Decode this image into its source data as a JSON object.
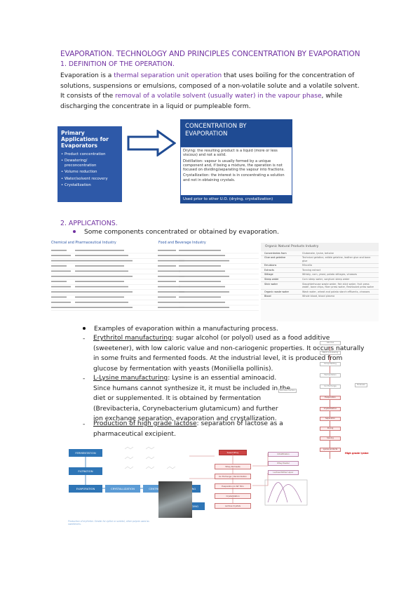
{
  "heading": "EVAPORATION. TECHNOLOGY AND PRINCIPLES CONCENTRATION BY EVAPORATION",
  "section1": "1. DEFINITION OF THE OPERATION.",
  "definition": {
    "p1": "Evaporation is a ",
    "p1_hl": "thermal separation unit operation",
    "p2": " that uses boiling for the concentration of solutions, suspensions or emulsions, composed of a non-volatile solute and a volatile solvent.",
    "p3": "It consists of the ",
    "p3_hl": "removal of a volatile solvent (usually water) in the vapour phase",
    "p4": ", while discharging the concentrate in a liquid or pumpleable form."
  },
  "diagram": {
    "apps_title": "Primary Applications for Evaporators",
    "apps": [
      "Product concentration",
      "Dewatering/ preconcentration",
      "Volume reduction",
      "Water/solvent recovery",
      "Crystallization"
    ],
    "conc_title": "CONCENTRATION BY EVAPORATION",
    "conc_items": [
      "Drying: the resulting product is a liquid (more or less viscous) and not a solid.",
      "Distillation: vapour is usually formed by a unique component and, if being a mixture, the operation is not focused on dividing/separating the vapour into fractions.",
      "Crystallization: the interest is in concentrating a solution and not in obtaining crystals."
    ],
    "conc_foot": "Used prior to other U.O. (drying, crystallization)"
  },
  "section2": "2. APPLICATIONS.",
  "bullet1": "Some components concentrated or obtained by evaporation.",
  "tables": {
    "t1_title": "Chemical and Pharmaceutical Industry",
    "t2_title": "Food and Beverage Industry",
    "t3_title": "Organic Natural Products Industry",
    "t1_rows": [
      [
        "",
        ""
      ],
      [
        "",
        ""
      ],
      [
        "",
        ""
      ],
      [
        "",
        ""
      ],
      [
        "",
        ""
      ],
      [
        "",
        ""
      ],
      [
        "",
        ""
      ],
      [
        "",
        ""
      ],
      [
        "",
        ""
      ],
      [
        "",
        ""
      ],
      [
        "",
        ""
      ],
      [
        "",
        ""
      ]
    ],
    "t3_rows": [
      [
        "Concentrates from",
        "Glutamate, lysine, betaine"
      ],
      [
        "Glue and gelatine",
        "Technical gelatine, edible gelatine, leather glue and bone glue"
      ],
      [
        "Emulsions",
        "Mincella"
      ],
      [
        "Extracts",
        "Tanning extract"
      ],
      [
        "Stillage",
        "Whisky, corn, yeast, potato stillages, vinasses"
      ],
      [
        "Steep water",
        "Corn steep water, sorghum steep water"
      ],
      [
        "Stick water",
        "Slaughterhouse waste water, fish stick water, fruit press water, bone chips, fiber press water, fleshboard press water"
      ],
      [
        "Organic waste water",
        "Wash water, wheat and potato starch effluents, vinasses"
      ],
      [
        "Blood",
        "Whole blood, blood plasma"
      ]
    ]
  },
  "bullet2": "Examples of evaporation within a manufacturing process.",
  "erythritol": {
    "dash": "-",
    "name": "Erythritol manufacturing",
    "l1": ": sugar alcohol (or polyol) used as a food additive",
    "l2": "(sweetener), with low caloric value and non-cariogenic properties. It occurs naturally",
    "l3": "in some fruits and fermented foods. At the industrial level, it is produced from",
    "l4": "glucose by fermentation with yeasts (Moniliella pollinis)."
  },
  "lysine": {
    "dash": "-",
    "name": "L-Lysine manufacturing",
    "l1": ": Lysine is an essential aminoacid.",
    "l2": "Since humans cannot synthesize it, it must be included in the",
    "l3": "diet or supplemented. It is obtained by fermentation",
    "l4": "(Brevibacteria, Corynebacterium glutamicum) and further",
    "l5": "ion exchange separation, evaporation and crystallization."
  },
  "lactose": {
    "dash": "-",
    "name": "Production of high grade lactose",
    "l1": ": separation of lactose as a",
    "l2": "pharmaceutical excipient."
  },
  "lysine_flow": {
    "steps": [
      "Glucose",
      "Batch processing",
      "Scrap Melting",
      "Fermentation",
      "Ion Exchange",
      "Evaporation",
      "Crystallization",
      "Separation",
      "Drying",
      "Sieving",
      "Lysine products"
    ],
    "side": "Biomass fraction",
    "side2": "Molasses",
    "high": "High grade lysine"
  },
  "process": {
    "fermentation": "FERMENTATION",
    "filtration": "FILTRATION",
    "evaporation": "EVAPORATION",
    "crystallization": "CRYSTALLIZATION",
    "centrifugation": "CENTRIFUGATION",
    "drying": "DRYING",
    "packaging": "PACKAGING",
    "note": "Production of erythritol. Similar for xylitol or sorbitol, other polyols used as sweeteners."
  },
  "lactose_flow": {
    "whey": "Sweet Whey",
    "steps": [
      "Whey Permeate",
      "Ion Exchange / Decolorization",
      "Evaporation to 60° Brix",
      "Crystallization",
      "Lactose Crystals"
    ],
    "sides": [
      "Ultrafiltration",
      "Whey Powder",
      "Lactose Mother Liquor"
    ]
  }
}
